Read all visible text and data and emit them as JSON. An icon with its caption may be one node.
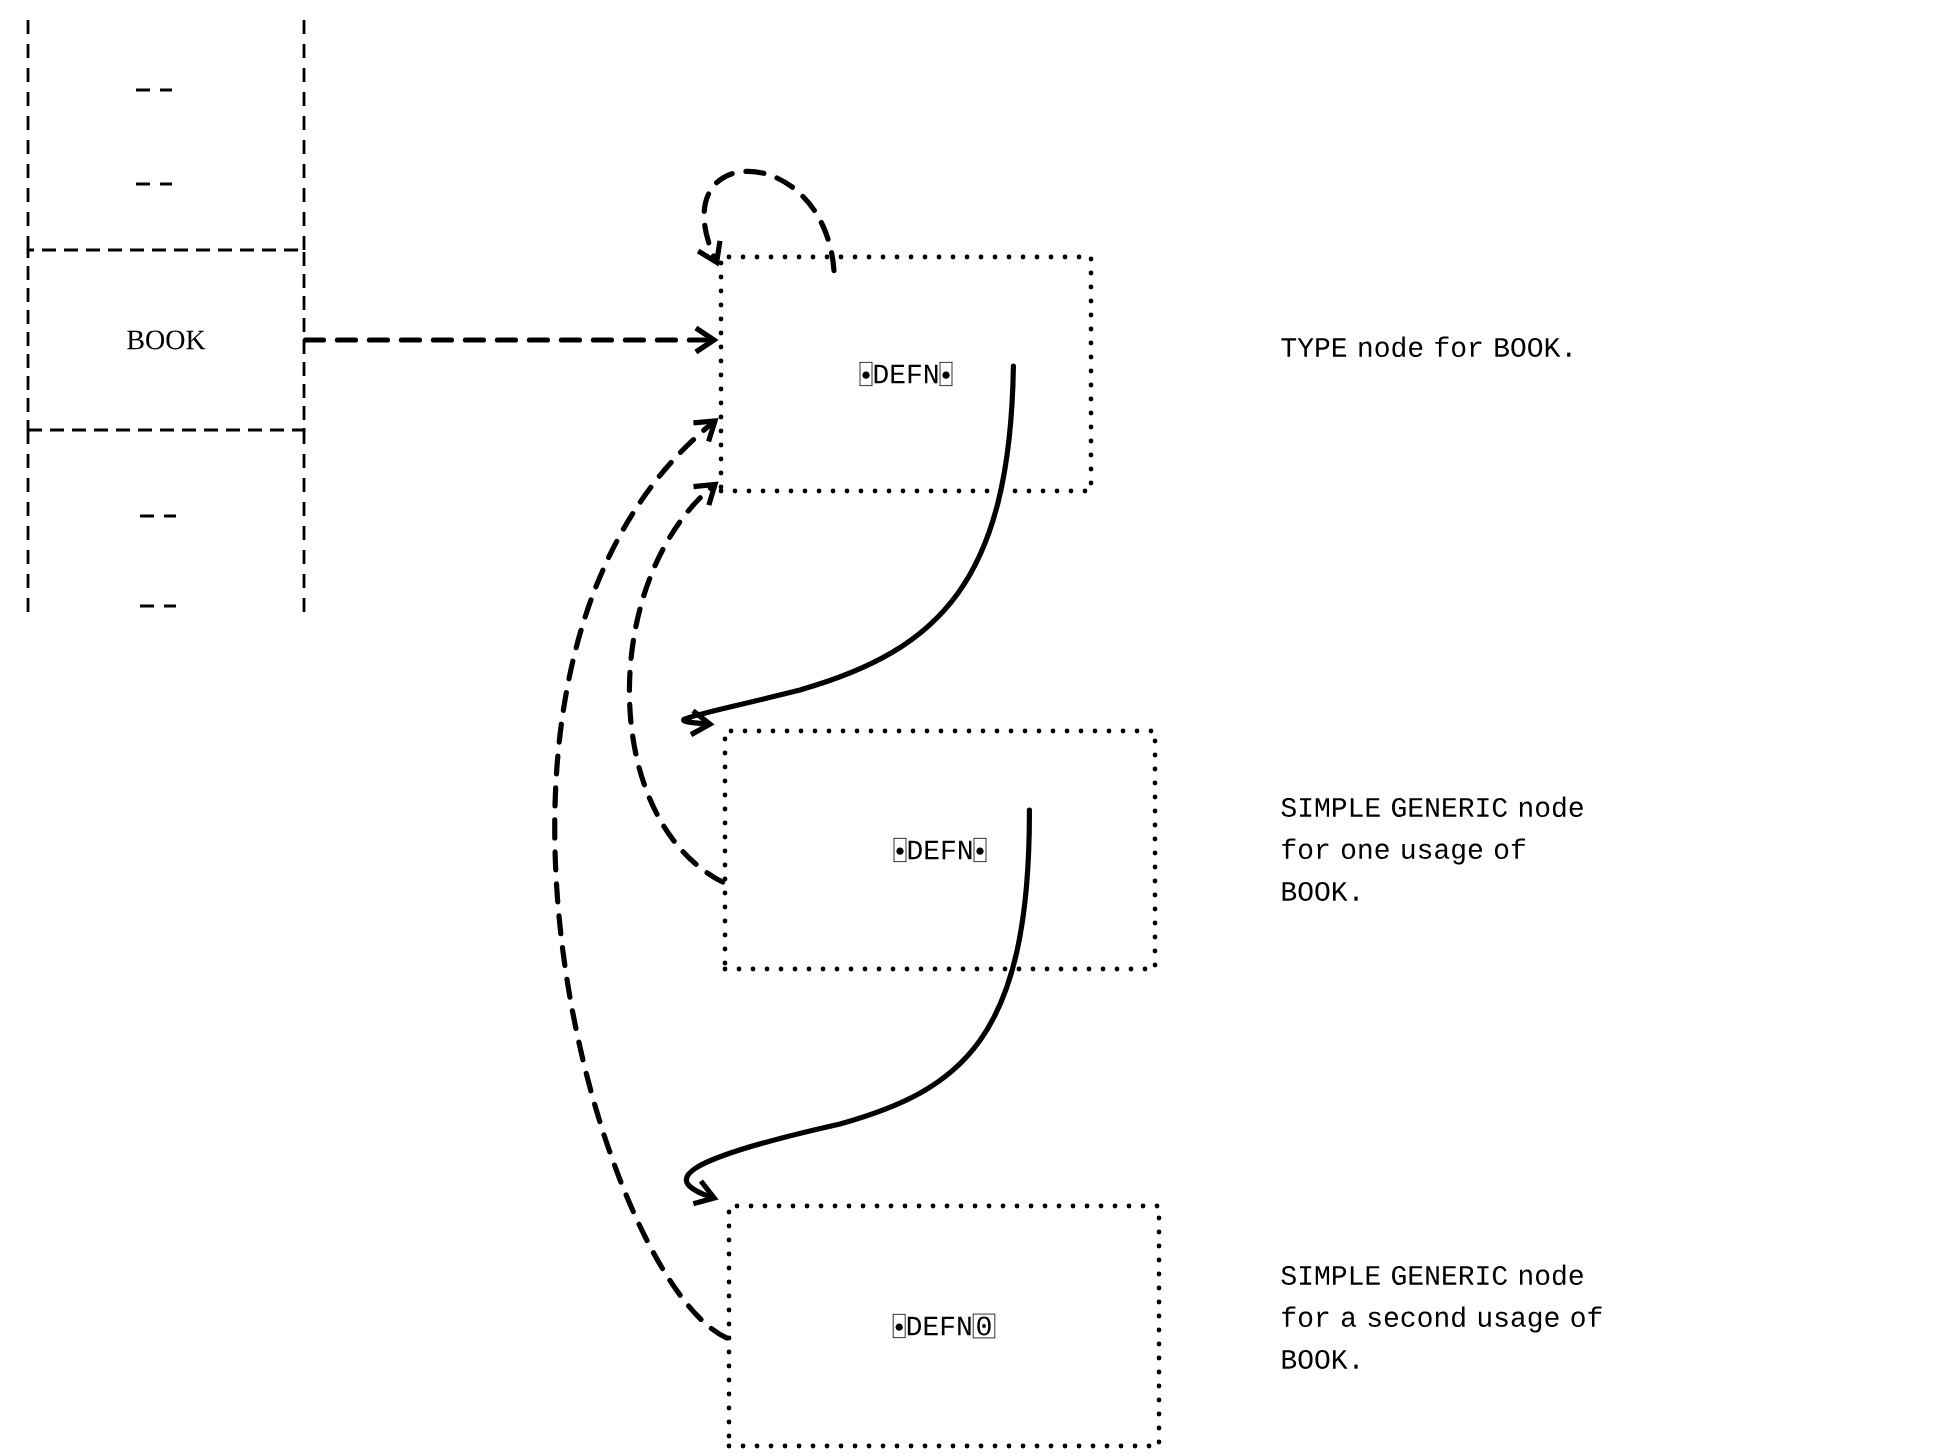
{
  "diagram": {
    "nodes": [
      {
        "text": [
          "BOOK"
        ]
      },
      {
        "text": [
          "DEFN"
        ]
      },
      {
        "text": [
          "DEFN"
        ]
      },
      {
        "text": [
          "DEFN",
          "0"
        ]
      }
    ],
    "edges": [
      {
        "from": 0,
        "to": 1,
        "arrow": "to",
        "style": "dashed"
      },
      {
        "from": 1,
        "to": 1,
        "arrow": "to",
        "style": "dashed"
      },
      {
        "from": 2,
        "to": 1,
        "arrow": "to",
        "style": "dashed"
      },
      {
        "from": 3,
        "to": 1,
        "arrow": "to",
        "style": "dashed"
      },
      {
        "from": 1,
        "to": 2,
        "arrow": "to"
      },
      {
        "from": 2,
        "to": 3,
        "arrow": "to"
      }
    ],
    "labels": [
      "TYPE node for BOOK.",
      "SIMPLE GENERIC node for one usage of BOOK.",
      "SIMPLE GENERIC node for a second usage of BOOK."
    ]
  }
}
